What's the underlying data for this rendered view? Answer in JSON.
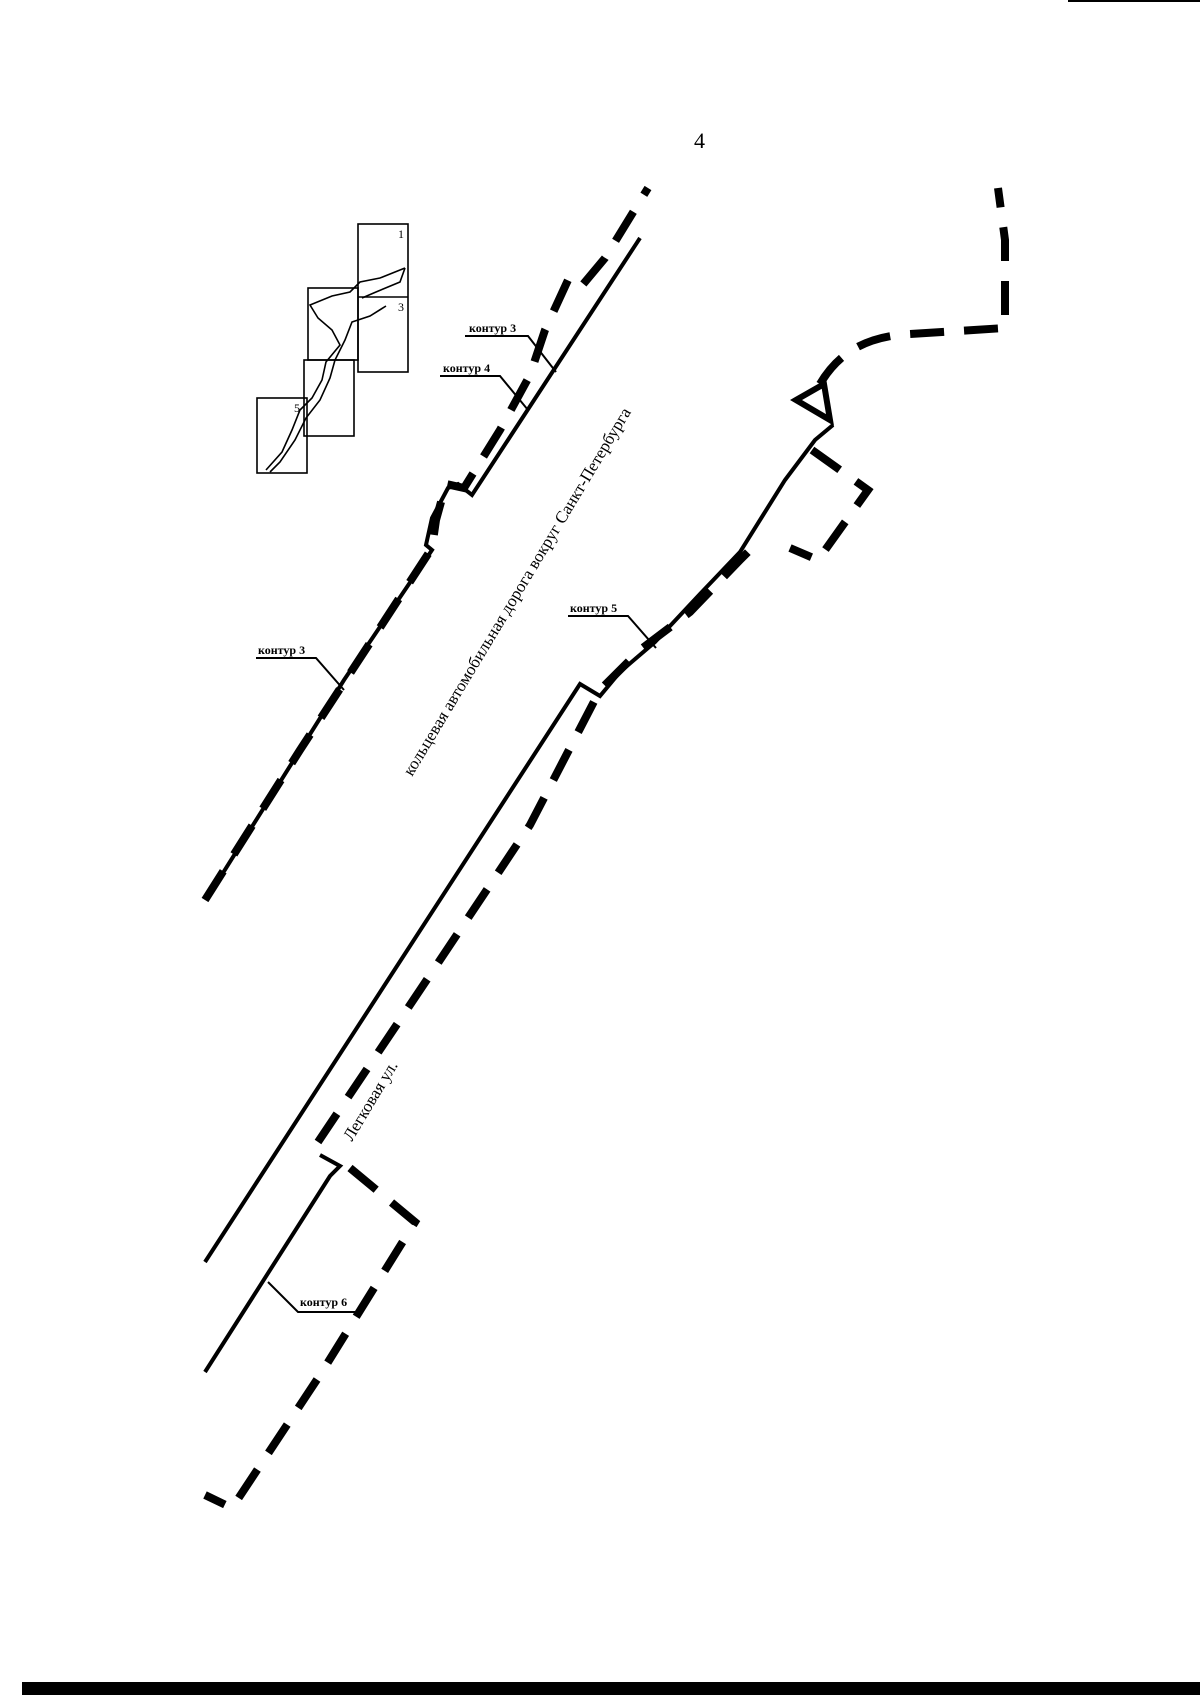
{
  "page": {
    "number": "4"
  },
  "index_map": {
    "sheet_labels": [
      "1",
      "3",
      "5"
    ]
  },
  "labels": {
    "kontur3_upper": "контур 3",
    "kontur4": "контур 4",
    "kontur3_lower": "контур 3",
    "kontur5": "контур 5",
    "kontur6": "контур 6"
  },
  "roads": {
    "ring_road": "кольцевая автомобильная дорога вокруг Санкт-Петербурга",
    "street": "Легковая ул."
  }
}
